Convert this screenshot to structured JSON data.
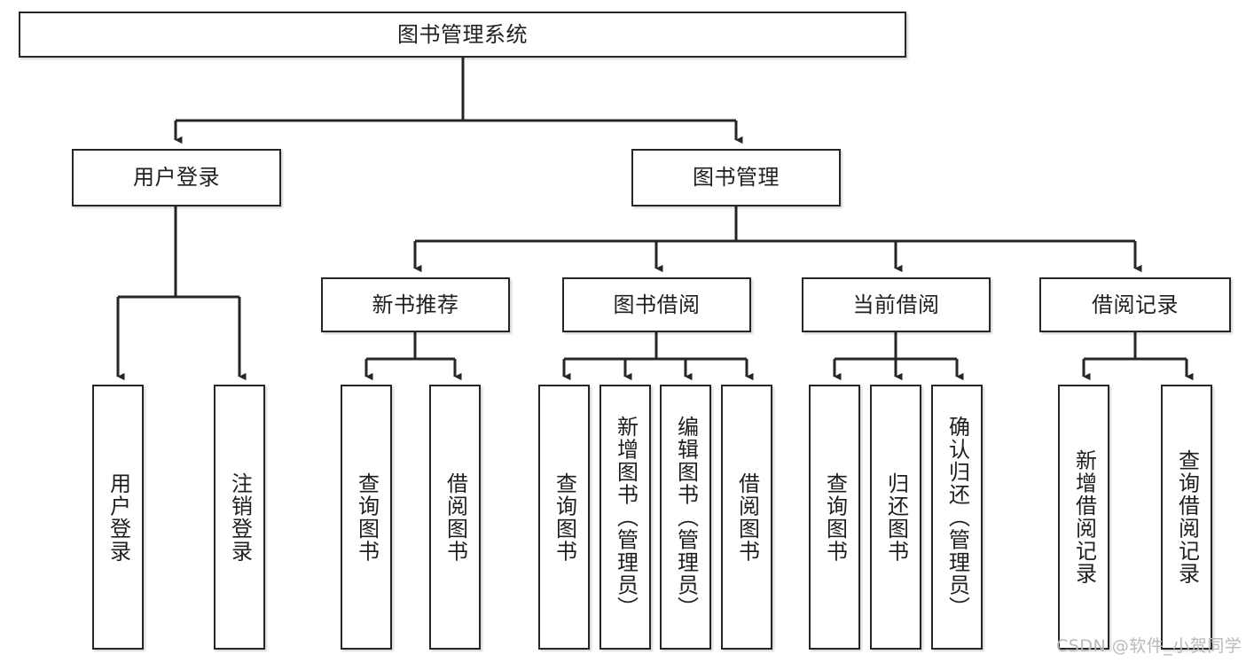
{
  "diagram": {
    "title": "图书管理系统",
    "type": "hierarchy-tree",
    "watermark": "CSDN @软件_小贺同学",
    "colors": {
      "box_border": "#262626",
      "box_fill": "#ffffff",
      "connector": "#262626",
      "text": "#1f1f1f",
      "watermark": "#b9b9b9"
    },
    "nodes": {
      "root": {
        "label": "图书管理系统",
        "level": 1,
        "orientation": "horizontal"
      },
      "l2_user_login": {
        "label": "用户登录",
        "level": 2,
        "orientation": "horizontal"
      },
      "l2_book_manage": {
        "label": "图书管理",
        "level": 2,
        "orientation": "horizontal"
      },
      "l3_new_book_rec": {
        "label": "新书推荐",
        "level": 3,
        "orientation": "horizontal"
      },
      "l3_book_borrow": {
        "label": "图书借阅",
        "level": 3,
        "orientation": "horizontal"
      },
      "l3_current_borrow": {
        "label": "当前借阅",
        "level": 3,
        "orientation": "horizontal"
      },
      "l3_borrow_record": {
        "label": "借阅记录",
        "level": 3,
        "orientation": "horizontal"
      },
      "leaf_user_login": {
        "label": "用户登录",
        "level": 4,
        "orientation": "vertical"
      },
      "leaf_logout_login": {
        "label": "注销登录",
        "level": 4,
        "orientation": "vertical"
      },
      "leaf_query_book_1": {
        "label": "查询图书",
        "level": 4,
        "orientation": "vertical"
      },
      "leaf_borrow_book_1": {
        "label": "借阅图书",
        "level": 4,
        "orientation": "vertical"
      },
      "leaf_query_book_2": {
        "label": "查询图书",
        "level": 4,
        "orientation": "vertical"
      },
      "leaf_add_book": {
        "label": "新增图书（管理员）",
        "level": 4,
        "orientation": "vertical"
      },
      "leaf_edit_book": {
        "label": "编辑图书（管理员）",
        "level": 4,
        "orientation": "vertical"
      },
      "leaf_borrow_book_2": {
        "label": "借阅图书",
        "level": 4,
        "orientation": "vertical"
      },
      "leaf_query_book_3": {
        "label": "查询图书",
        "level": 4,
        "orientation": "vertical"
      },
      "leaf_return_book": {
        "label": "归还图书",
        "level": 4,
        "orientation": "vertical"
      },
      "leaf_confirm_return": {
        "label": "确认归还（管理员）",
        "level": 4,
        "orientation": "vertical"
      },
      "leaf_add_record": {
        "label": "新增借阅记录",
        "level": 4,
        "orientation": "vertical"
      },
      "leaf_query_record": {
        "label": "查询借阅记录",
        "level": 4,
        "orientation": "vertical"
      }
    },
    "edges": [
      {
        "from": "root",
        "to": "l2_user_login"
      },
      {
        "from": "root",
        "to": "l2_book_manage"
      },
      {
        "from": "l2_user_login",
        "to": "leaf_user_login"
      },
      {
        "from": "l2_user_login",
        "to": "leaf_logout_login"
      },
      {
        "from": "l2_book_manage",
        "to": "l3_new_book_rec"
      },
      {
        "from": "l2_book_manage",
        "to": "l3_book_borrow"
      },
      {
        "from": "l2_book_manage",
        "to": "l3_current_borrow"
      },
      {
        "from": "l2_book_manage",
        "to": "l3_borrow_record"
      },
      {
        "from": "l3_new_book_rec",
        "to": "leaf_query_book_1"
      },
      {
        "from": "l3_new_book_rec",
        "to": "leaf_borrow_book_1"
      },
      {
        "from": "l3_book_borrow",
        "to": "leaf_query_book_2"
      },
      {
        "from": "l3_book_borrow",
        "to": "leaf_add_book"
      },
      {
        "from": "l3_book_borrow",
        "to": "leaf_edit_book"
      },
      {
        "from": "l3_book_borrow",
        "to": "leaf_borrow_book_2"
      },
      {
        "from": "l3_current_borrow",
        "to": "leaf_query_book_3"
      },
      {
        "from": "l3_current_borrow",
        "to": "leaf_return_book"
      },
      {
        "from": "l3_current_borrow",
        "to": "leaf_confirm_return"
      },
      {
        "from": "l3_borrow_record",
        "to": "leaf_add_record"
      },
      {
        "from": "l3_borrow_record",
        "to": "leaf_query_record"
      }
    ]
  }
}
